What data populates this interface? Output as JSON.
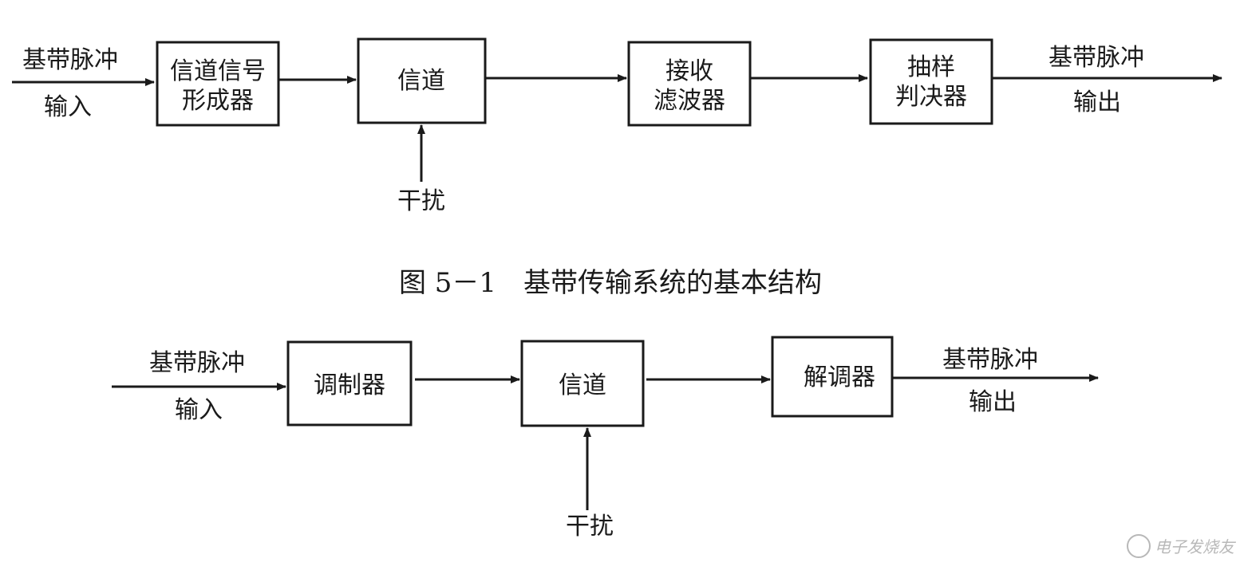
{
  "diagram1": {
    "input_label": [
      "基带脉冲",
      "输入"
    ],
    "blocks": [
      [
        "信道信号",
        "形成器"
      ],
      [
        "信道"
      ],
      [
        "接收",
        "滤波器"
      ],
      [
        "抽样",
        "判决器"
      ]
    ],
    "interference_label": "干扰",
    "output_label": [
      "基带脉冲",
      "输出"
    ]
  },
  "caption": "图 5－1　基带传输系统的基本结构",
  "diagram2": {
    "input_label": [
      "基带脉冲",
      "输入"
    ],
    "blocks": [
      [
        "调制器"
      ],
      [
        "信道"
      ],
      [
        "解调器"
      ]
    ],
    "interference_label": "干扰",
    "output_label": [
      "基带脉冲",
      "输出"
    ]
  },
  "watermark": "电子发烧友"
}
